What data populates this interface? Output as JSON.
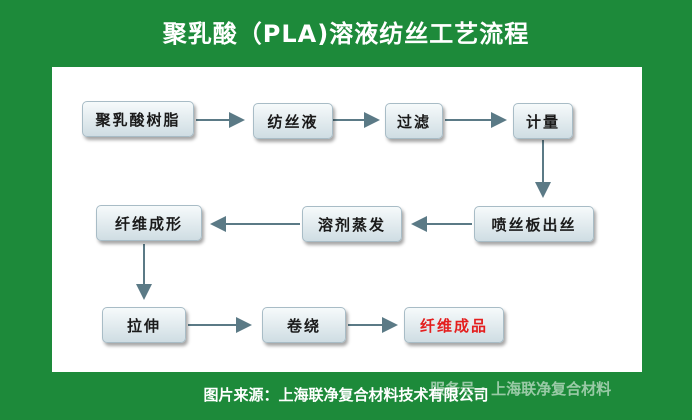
{
  "title": "聚乳酸（PLA)溶液纺丝工艺流程",
  "nodes": {
    "resin": "聚乳酸树脂",
    "spinning_solution": "纺丝液",
    "filtering": "过滤",
    "metering": "计量",
    "spinneret_extrusion": "喷丝板出丝",
    "solvent_evaporation": "溶剂蒸发",
    "fiber_forming": "纤维成形",
    "stretching": "拉伸",
    "winding": "卷绕",
    "finished_fiber": "纤维成品"
  },
  "caption": "图片来源：上海联净复合材料技术有限公司",
  "watermark": "服务号 · 上海联净复合材料",
  "colors": {
    "background": "#1d8a3a",
    "final_text": "#e41e1e",
    "arrow": "#5b7a86"
  }
}
